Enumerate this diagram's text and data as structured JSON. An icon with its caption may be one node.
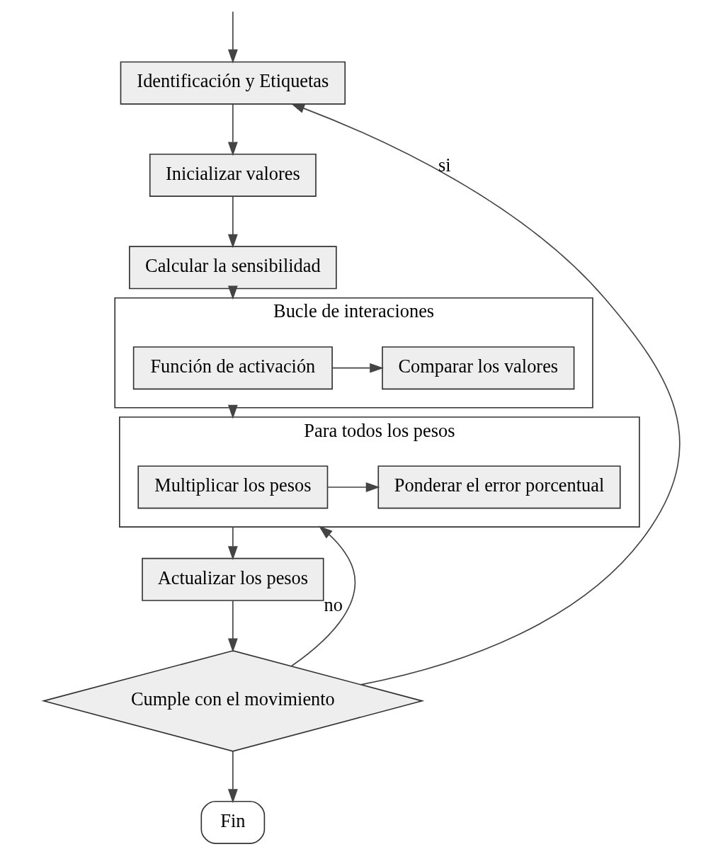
{
  "diagram": {
    "nodes": [
      {
        "text": [
          "Identificación y Etiquetas"
        ]
      },
      {
        "text": [
          "Inicializar valores"
        ]
      },
      {
        "text": [
          "Calcular la sensibilidad"
        ]
      },
      {
        "text": [
          "Bucle de interaciones"
        ]
      },
      {
        "text": [
          "Función de activación"
        ],
        "in": 3
      },
      {
        "text": [
          "Comparar los valores"
        ],
        "in": 3
      },
      {
        "text": [
          "Para todos los pesos"
        ]
      },
      {
        "text": [
          "Multiplicar los pesos"
        ],
        "in": 6
      },
      {
        "text": [
          "Ponderar el error porcentual"
        ],
        "in": 6
      },
      {
        "text": [
          "Actualizar los pesos"
        ]
      },
      {
        "text": [
          "Cumple con el movimiento"
        ]
      },
      {
        "text": [
          "Fin"
        ]
      }
    ],
    "edges": [
      {
        "from": null,
        "to": 0,
        "arrow": "to"
      },
      {
        "from": 0,
        "to": 1,
        "arrow": "to"
      },
      {
        "from": 1,
        "to": 2,
        "arrow": "to"
      },
      {
        "from": 2,
        "to": 3,
        "arrow": "to"
      },
      {
        "from": 4,
        "to": 5,
        "arrow": "to"
      },
      {
        "from": 3,
        "to": 6,
        "arrow": "to"
      },
      {
        "from": 7,
        "to": 8,
        "arrow": "to"
      },
      {
        "from": 6,
        "to": 9,
        "arrow": "to"
      },
      {
        "from": 9,
        "to": 10,
        "arrow": "to"
      },
      {
        "from": 10,
        "to": 11,
        "arrow": "to"
      },
      {
        "from": 10,
        "to": 6,
        "arrow": "to",
        "label": "no"
      },
      {
        "from": 10,
        "to": 0,
        "arrow": "to",
        "label": "si"
      }
    ]
  }
}
